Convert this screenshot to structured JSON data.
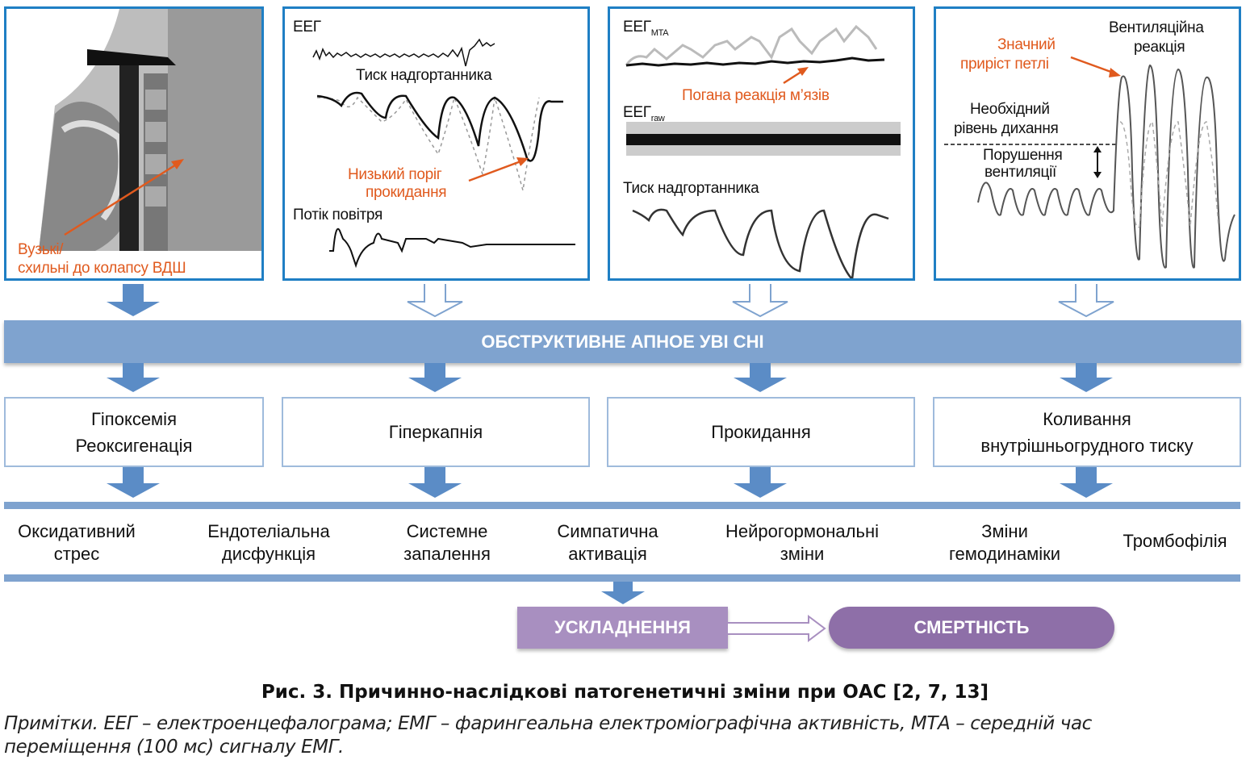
{
  "panels": {
    "airway": {
      "label_line1": "Вузькі/",
      "label_line2": "схильні до колапсу ВДШ"
    },
    "arousal": {
      "eeg": "ЕЕГ",
      "pressure": "Тиск надгортанника",
      "note_line1": "Низький поріг",
      "note_line2": "прокидання",
      "airflow": "Потік повітря"
    },
    "muscle": {
      "eeg_mta": "ЕЕГ",
      "eeg_mta_sub": "MTA",
      "note": "Погана реакція м’язів",
      "eeg_raw": "ЕЕГ",
      "eeg_raw_sub": "raw",
      "pressure": "Тиск надгортанника"
    },
    "loop": {
      "response_line1": "Вентиляційна",
      "response_line2": "реакція",
      "gain_line1": "Значний",
      "gain_line2": "приріст петлі",
      "level_line1": "Необхідний",
      "level_line2": "рівень дихання",
      "dist_line1": "Порушення",
      "dist_line2": "вентиляції"
    }
  },
  "banner": "ОБСТРУКТИВНЕ АПНОЕ УВІ СНІ",
  "mechanisms": [
    {
      "line1": "Гіпоксемія",
      "line2": "Реоксигенація"
    },
    {
      "line1": "Гіперкапнія"
    },
    {
      "line1": "Прокидання"
    },
    {
      "line1": "Коливання",
      "line2": "внутрішньогрудного тиску"
    }
  ],
  "effects": [
    {
      "line1": "Оксидативний",
      "line2": "стрес"
    },
    {
      "line1": "Ендотеліальна",
      "line2": "дисфункція"
    },
    {
      "line1": "Системне",
      "line2": "запалення"
    },
    {
      "line1": "Симпатична",
      "line2": "активація"
    },
    {
      "line1": "Нейрогормональні",
      "line2": "зміни"
    },
    {
      "line1": "Зміни",
      "line2": "гемодинаміки"
    },
    {
      "line1": "Тромбофілія"
    }
  ],
  "outcomes": {
    "complications": "УСКЛАДНЕННЯ",
    "mortality": "СМЕРТНІСТЬ"
  },
  "caption": {
    "title": "Рис. 3. Причинно-наслідкові патогенетичні зміни при ОАС [2, 7, 13]",
    "note_line1": "Примітки. ЕЕГ – електроенцефалограма; ЕМГ – фарингеальна електроміографічна активність, МТА – середній час",
    "note_line2": "переміщення (100 мс) сигналу ЕМГ."
  },
  "colors": {
    "panel_border": "#1f7fc4",
    "banner": "#7fa3cf",
    "accent": "#e05a1e",
    "complications": "#a88fc0",
    "mortality": "#8e6fa8"
  }
}
